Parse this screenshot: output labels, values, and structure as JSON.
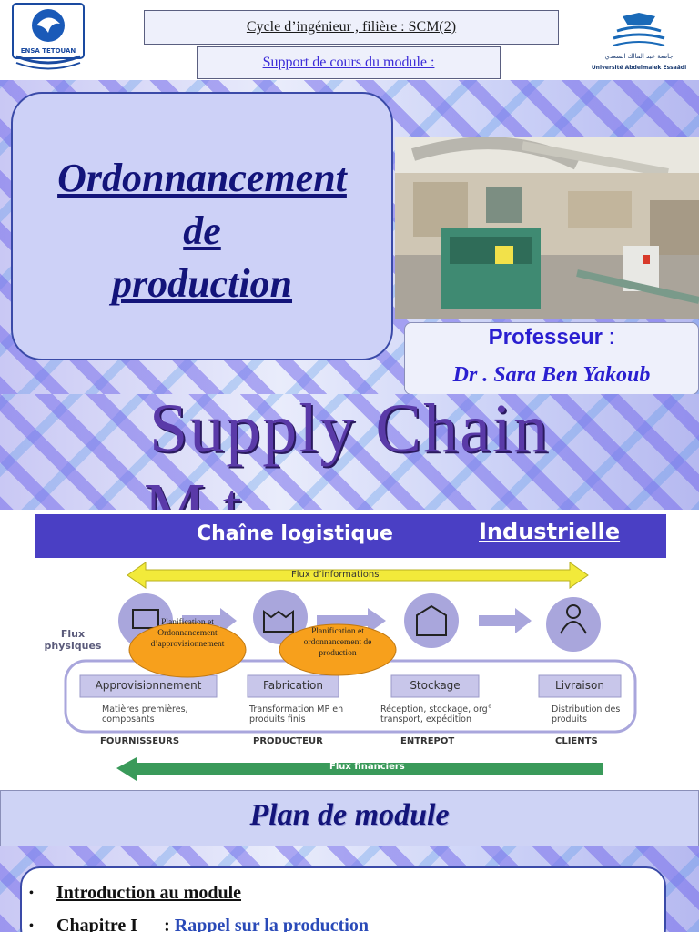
{
  "header": {
    "line1": "Cycle d’ingénieur , filière : SCM(2)",
    "line2": "Support de cours du module :",
    "logo_left_text": "ENSA TETOUAN",
    "logo_right_text": "Université Abdelmalek Essaâdi"
  },
  "title": {
    "line1": "Ordonnancement",
    "line2": "de",
    "line3": "production"
  },
  "professor": {
    "label": "Professeur",
    "colon": " :",
    "name": "Dr . Sara Ben Yakoub"
  },
  "background_text": {
    "line1": "Supply Chain",
    "line2": "M          t"
  },
  "diagram": {
    "title": "Chaîne logistique",
    "title_emphasis": "Industrielle",
    "flux_info": "Flux d’informations",
    "flux_physiques": "Flux physiques",
    "flux_financiers": "Flux financiers",
    "stages": [
      {
        "name": "Approvisionnement",
        "desc": "Matières premières, composants",
        "actor": "FOURNISSEURS"
      },
      {
        "name": "Fabrication",
        "desc": "Transformation MP en produits finis",
        "actor": "PRODUCTEUR"
      },
      {
        "name": "Stockage",
        "desc": "Réception, stockage, org° transport, expédition",
        "actor": "ENTREPOT"
      },
      {
        "name": "Livraison",
        "desc": "Distribution des produits",
        "actor": "CLIENTS"
      }
    ],
    "ellipse_1": "Planification et Ordonnancement d’approvisionnement",
    "ellipse_2": "Planification et ordonnancement de production",
    "colors": {
      "banner": "#4a3fc4",
      "arrow_info": "#f2ea3a",
      "arrow_fin": "#3a9a5a",
      "circle": "#a9a6dc",
      "ellipse": "#f7a01c"
    }
  },
  "plan": {
    "title": "Plan de module",
    "items": [
      {
        "bullet": "•",
        "label": "Introduction au module",
        "extra": ""
      },
      {
        "bullet": "•",
        "label": "Chapitre I",
        "extra": "Rappel sur la production"
      }
    ]
  }
}
